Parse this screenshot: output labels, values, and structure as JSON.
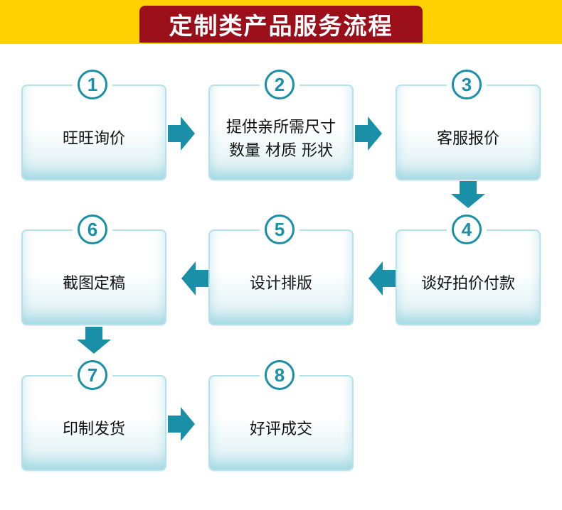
{
  "title": "定制类产品服务流程",
  "colors": {
    "accent": "#1a8fa8",
    "banner": "#9a0f1a",
    "header_bg": "#ffd100"
  },
  "steps": [
    {
      "num": "1",
      "line1": "旺旺询价",
      "line2": ""
    },
    {
      "num": "2",
      "line1": "提供亲所需尺寸",
      "line2": "数量 材质 形状"
    },
    {
      "num": "3",
      "line1": "客服报价",
      "line2": ""
    },
    {
      "num": "4",
      "line1": "谈好拍价付款",
      "line2": ""
    },
    {
      "num": "5",
      "line1": "设计排版",
      "line2": ""
    },
    {
      "num": "6",
      "line1": "截图定稿",
      "line2": ""
    },
    {
      "num": "7",
      "line1": "印制发货",
      "line2": ""
    },
    {
      "num": "8",
      "line1": "好评成交",
      "line2": ""
    }
  ]
}
